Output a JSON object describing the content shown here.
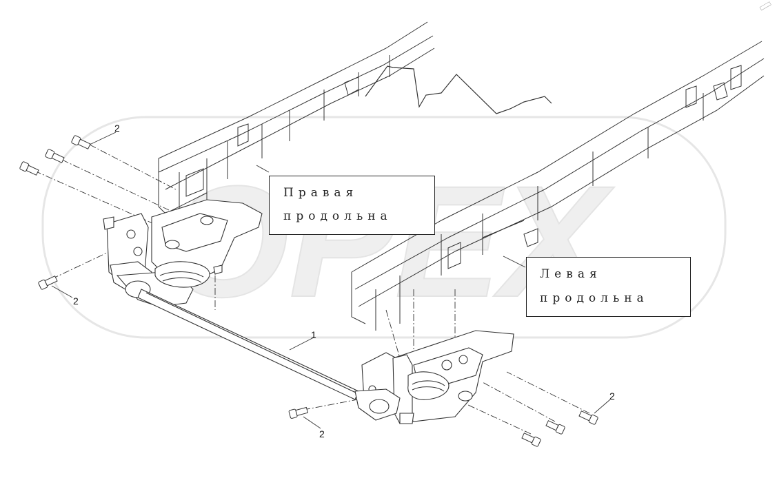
{
  "labels": {
    "right_rail_line1": "Правая",
    "right_rail_line2": "продольна",
    "left_rail_line1": "Левая",
    "left_rail_line2": "продольна"
  },
  "callouts": {
    "stabilizer_bar": "1",
    "bolt": "2"
  },
  "watermark": "OPEX",
  "colors": {
    "line": "#222222",
    "watermark": "#e9e9e9",
    "background": "#ffffff"
  }
}
